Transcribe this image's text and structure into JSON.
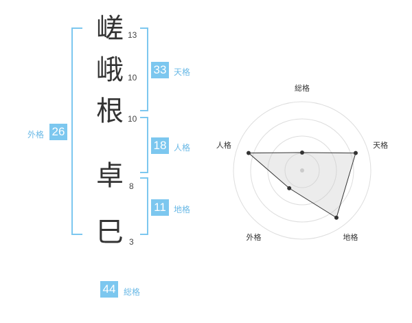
{
  "name": {
    "characters": [
      {
        "char": "嵯",
        "strokes": "13"
      },
      {
        "char": "峨",
        "strokes": "10"
      },
      {
        "char": "根",
        "strokes": "10"
      },
      {
        "char": "卓",
        "strokes": "8"
      },
      {
        "char": "巳",
        "strokes": "3"
      }
    ]
  },
  "kakusu": {
    "tenkaku": {
      "value": "33",
      "label": "天格"
    },
    "jinkaku": {
      "value": "18",
      "label": "人格"
    },
    "chikaku": {
      "value": "11",
      "label": "地格"
    },
    "gaikaku": {
      "value": "26",
      "label": "外格"
    },
    "soukaku": {
      "value": "44",
      "label": "総格"
    }
  },
  "colors": {
    "accent": "#7cc7ef",
    "accent_text": "#6ab9e6",
    "text": "#333333"
  },
  "radar": {
    "axes": [
      "総格",
      "天格",
      "地格",
      "外格",
      "人格"
    ],
    "scores": [
      0.26,
      0.82,
      0.85,
      0.32,
      0.82
    ],
    "max": 1
  }
}
